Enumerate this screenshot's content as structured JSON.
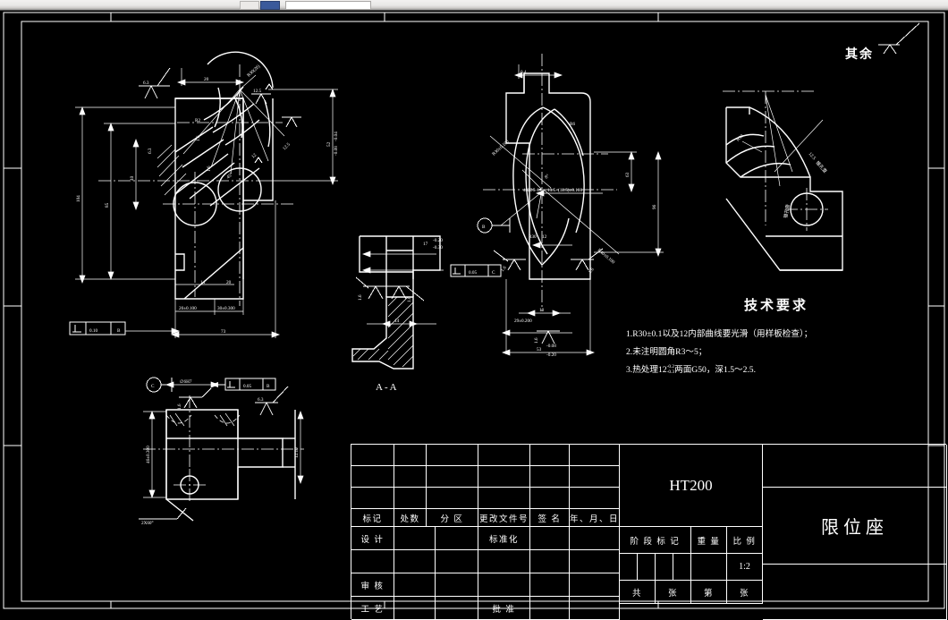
{
  "app": {
    "toolbar_buttons": [
      "layer-prev-button",
      "layer-state-button"
    ],
    "combo_value": ""
  },
  "drawing": {
    "surface_note_label": "其余",
    "section_label": "A-A",
    "tech_title": "技术要求",
    "tech_items": [
      "1.R30±0.1以及12内部曲线要光滑（用样板检查）；",
      "2.未注明圆角R3～5；",
      "3.热处理12 两面G50，深1.5～2.5."
    ],
    "tech_item3_prefix": "3.热处理12",
    "tech_item3_tol_upper": "-0.2",
    "tech_item3_tol_lower": "-0.3",
    "tech_item3_suffix": "两面G50，深1.5～2.5.",
    "roughness_values": [
      "6.3",
      "6.3",
      "6.3",
      "6.3",
      "1.6",
      "1.6",
      "1.6",
      "1.6",
      "3.2",
      "3.2",
      "12.5",
      "12.5"
    ],
    "left_view": {
      "dims_vertical": [
        "104",
        "85",
        "40"
      ],
      "dims_horizontal": [
        "14",
        "20",
        "73",
        "20"
      ],
      "dims_tol": [
        "20±0.100",
        "30±0.300",
        "52-0.04/-0.08"
      ],
      "angle": "45°",
      "gdt_frames": [
        {
          "symbol": "perpendicular",
          "value": "0.10",
          "datum": "B"
        }
      ],
      "hole_note": "R30(20)"
    },
    "mid_view": {
      "dims": [
        "0.4",
        "R6",
        "63",
        "96",
        "10",
        "12"
      ],
      "dims_tol": [
        "13.5+0.12/+0.100",
        "4X∅5-1",
        "R30±0.100",
        "R40±0.100",
        "29±0.200",
        "53+0.08/-0.20"
      ],
      "datum_labels": [
        "B"
      ],
      "angle": "8°"
    },
    "section_view": {
      "dims": [
        "14"
      ],
      "dims_tol": [
        "17-0.20/-0.30"
      ],
      "gdt_frames": [
        {
          "symbol": "perpendicular",
          "value": "0.05",
          "datum": "C"
        }
      ],
      "roughness": [
        "1.6",
        "1.6"
      ]
    },
    "bottom_view": {
      "dims_tol": [
        "46±0.300",
        "∅6H7",
        "12.10"
      ],
      "datum_labels": [
        "C"
      ],
      "gdt_frames": [
        {
          "symbol": "perpendicular",
          "value": "0.05",
          "datum": "B"
        }
      ],
      "chamfer": "2X60°",
      "roughness": [
        "1.6",
        "6.3"
      ]
    },
    "iso_view": {
      "labels": [
        "R30",
        "12.5",
        "锥孔查",
        "锥孔查"
      ]
    }
  },
  "title_block": {
    "change_header": [
      "标记",
      "处数",
      "分 区",
      "更改文件号",
      "签 名",
      "年、月、日"
    ],
    "rows": [
      [
        "设 计",
        "",
        "",
        "标准化",
        "",
        ""
      ],
      [
        "",
        "",
        "",
        "",
        "",
        ""
      ],
      [
        "审 核",
        "",
        "",
        "",
        "",
        ""
      ],
      [
        "工 艺",
        "",
        "",
        "批 准",
        "",
        ""
      ]
    ],
    "material": "HT200",
    "part_name": "限位座",
    "stage_header": "阶 段 标 记",
    "weight_header": "重 量",
    "scale_header": "比 例",
    "scale_value": "1:2",
    "footer_cells": [
      "共",
      "张",
      "第",
      "张"
    ]
  }
}
